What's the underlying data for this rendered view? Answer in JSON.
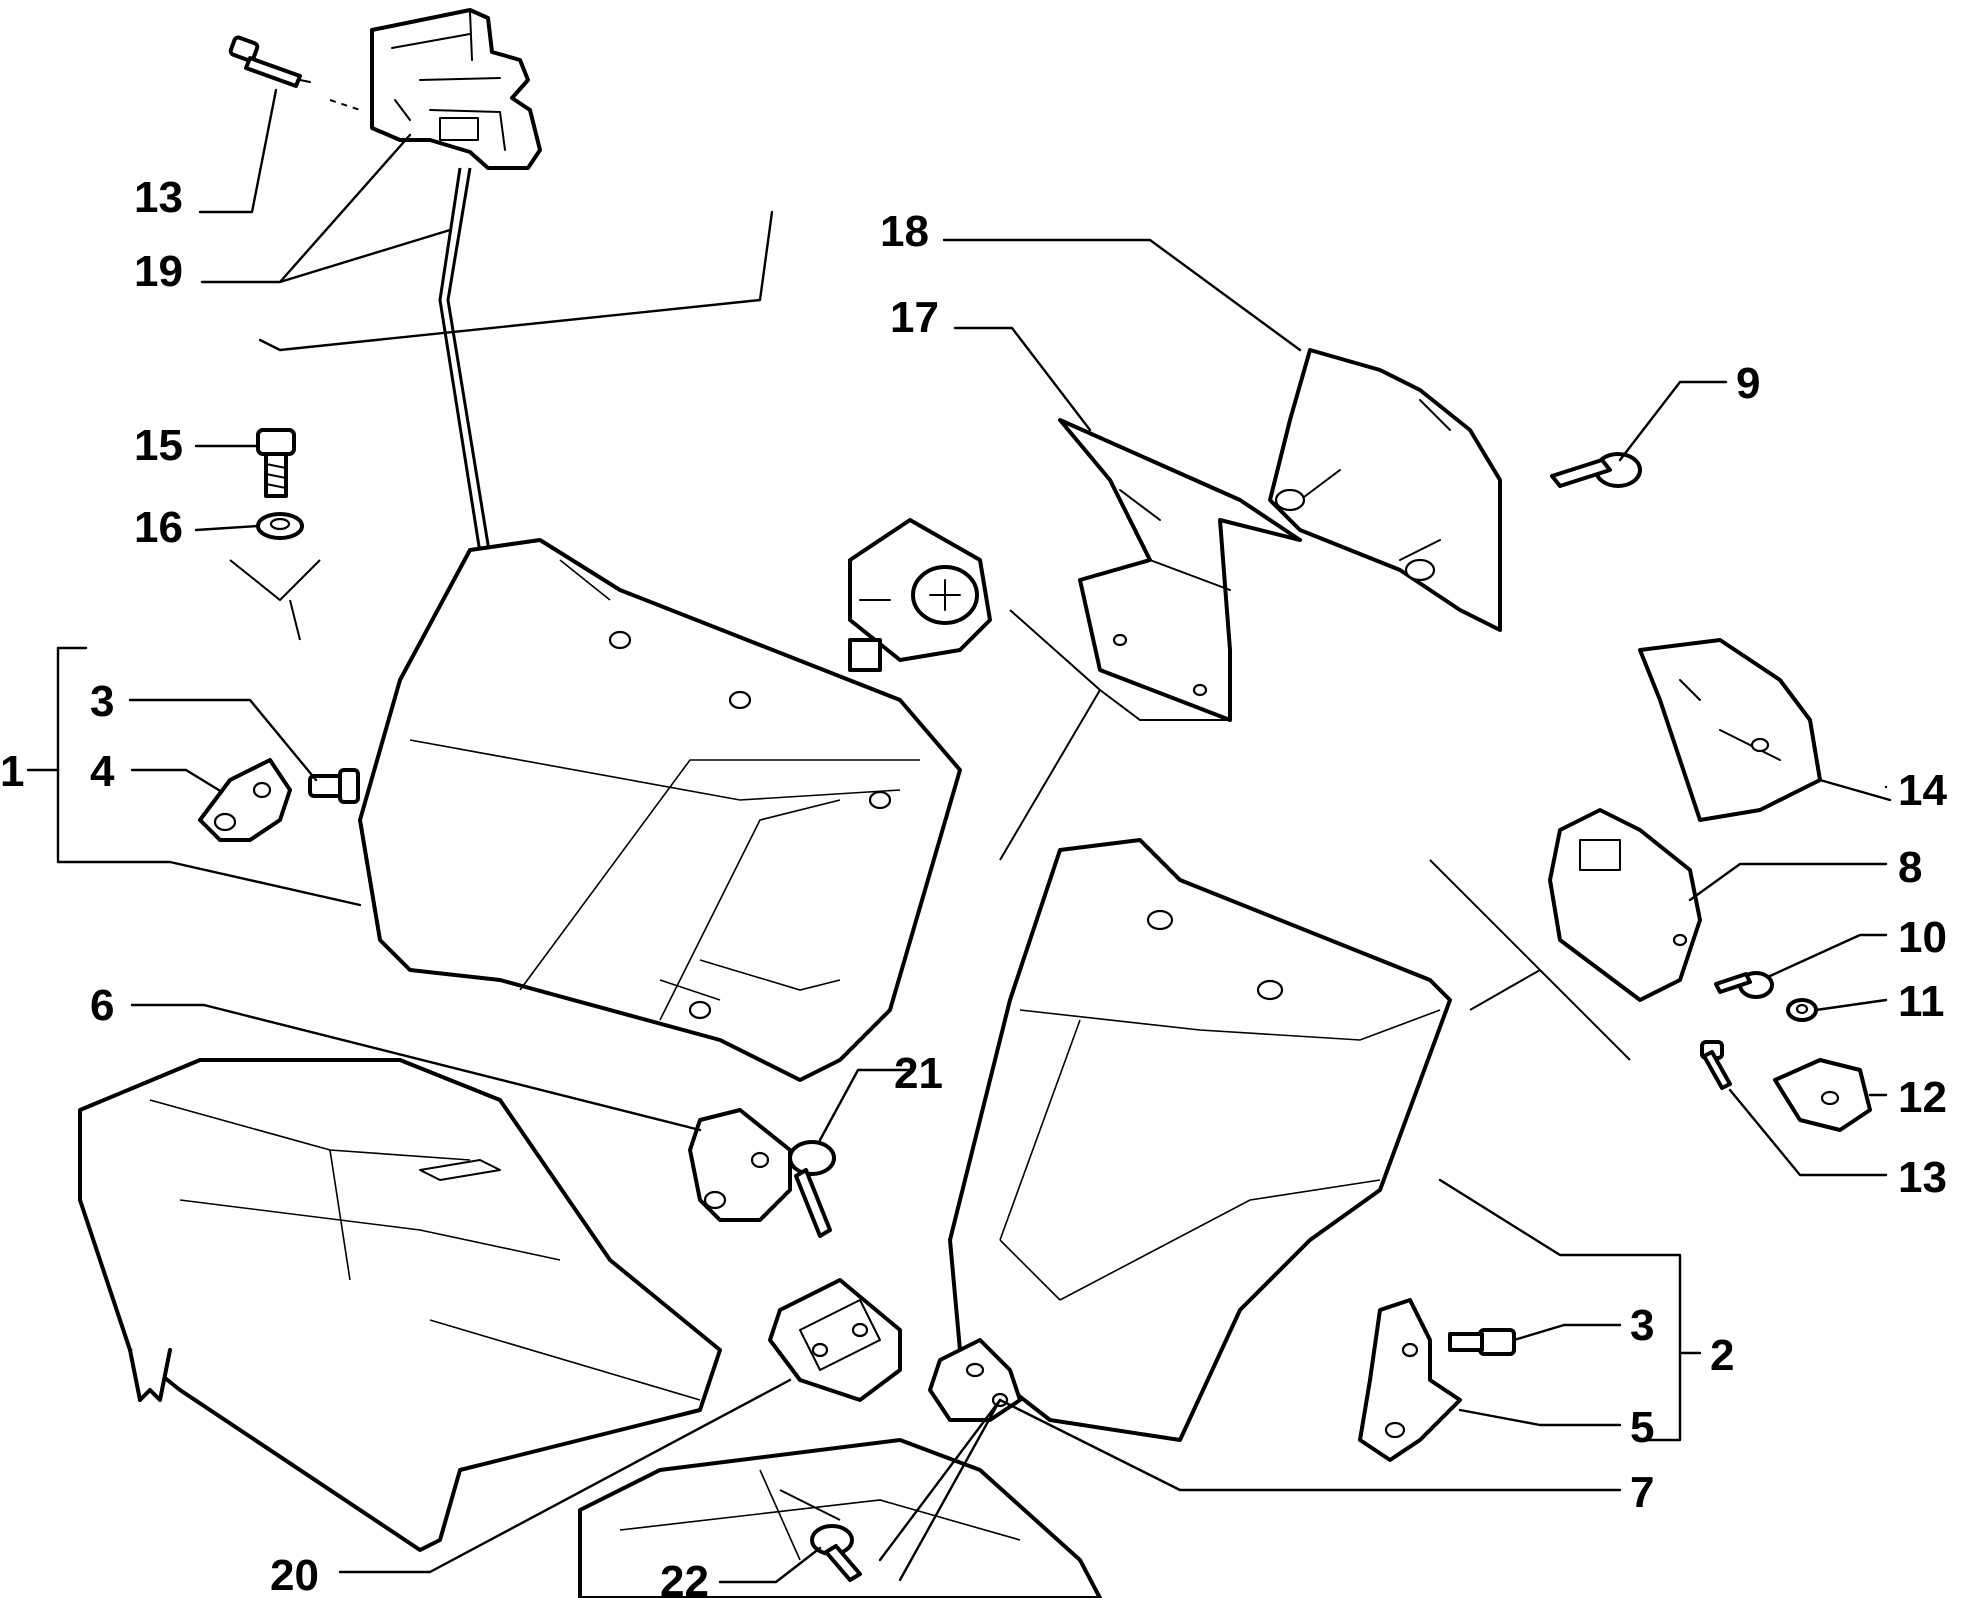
{
  "diagram": {
    "callouts": [
      {
        "id": "c1",
        "label": "1"
      },
      {
        "id": "c2",
        "label": "2"
      },
      {
        "id": "c3a",
        "label": "3"
      },
      {
        "id": "c3b",
        "label": "3"
      },
      {
        "id": "c4",
        "label": "4"
      },
      {
        "id": "c5",
        "label": "5"
      },
      {
        "id": "c6",
        "label": "6"
      },
      {
        "id": "c7",
        "label": "7"
      },
      {
        "id": "c8",
        "label": "8"
      },
      {
        "id": "c9",
        "label": "9"
      },
      {
        "id": "c10",
        "label": "10"
      },
      {
        "id": "c11",
        "label": "11"
      },
      {
        "id": "c12",
        "label": "12"
      },
      {
        "id": "c13a",
        "label": "13"
      },
      {
        "id": "c13b",
        "label": "13"
      },
      {
        "id": "c14",
        "label": "14"
      },
      {
        "id": "c15",
        "label": "15"
      },
      {
        "id": "c16",
        "label": "16"
      },
      {
        "id": "c17",
        "label": "17"
      },
      {
        "id": "c18",
        "label": "18"
      },
      {
        "id": "c19",
        "label": "19"
      },
      {
        "id": "c20",
        "label": "20"
      },
      {
        "id": "c21",
        "label": "21"
      },
      {
        "id": "c22",
        "label": "22"
      }
    ]
  },
  "colors": {
    "ink": "#000000",
    "background": "#ffffff"
  }
}
